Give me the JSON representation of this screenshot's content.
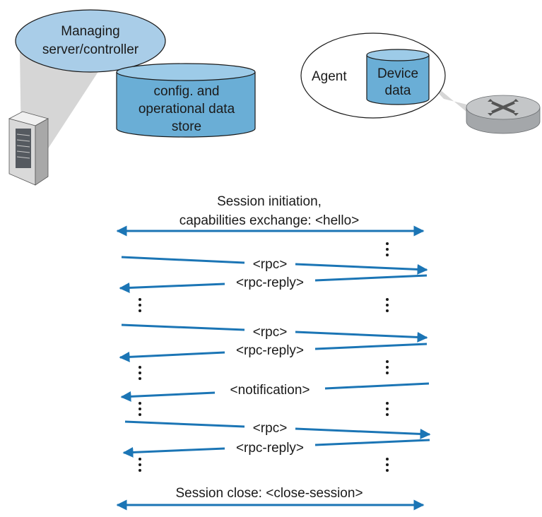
{
  "colors": {
    "arrow": "#1b75b5",
    "cylinder_fill": "#6aaed6",
    "cylinder_top": "#9dcbe8",
    "ellipse_fill": "#a9cde8",
    "cone": "#d6d6d6",
    "server_body": "#dcdcdc",
    "router_body": "#c4c6c8",
    "text": "#1a1a1a"
  },
  "manager": {
    "ellipse_label_line1": "Managing",
    "ellipse_label_line2": "server/controller",
    "store_line1": "config. and",
    "store_line2": "operational data",
    "store_line3": "store",
    "icon": "server-tower-icon"
  },
  "agent": {
    "label": "Agent",
    "device_data_line1": "Device",
    "device_data_line2": "data",
    "icon": "router-icon"
  },
  "messages": {
    "hello_line1": "Session initiation,",
    "hello_line2": "capabilities exchange: <hello>",
    "rpc_1": "<rpc>",
    "rpc_reply_1": "<rpc-reply>",
    "rpc_2": "<rpc>",
    "rpc_reply_2": "<rpc-reply>",
    "notification": "<notification>",
    "rpc_3": "<rpc>",
    "rpc_reply_3": "<rpc-reply>",
    "close": "Session close:  <close-session>"
  }
}
